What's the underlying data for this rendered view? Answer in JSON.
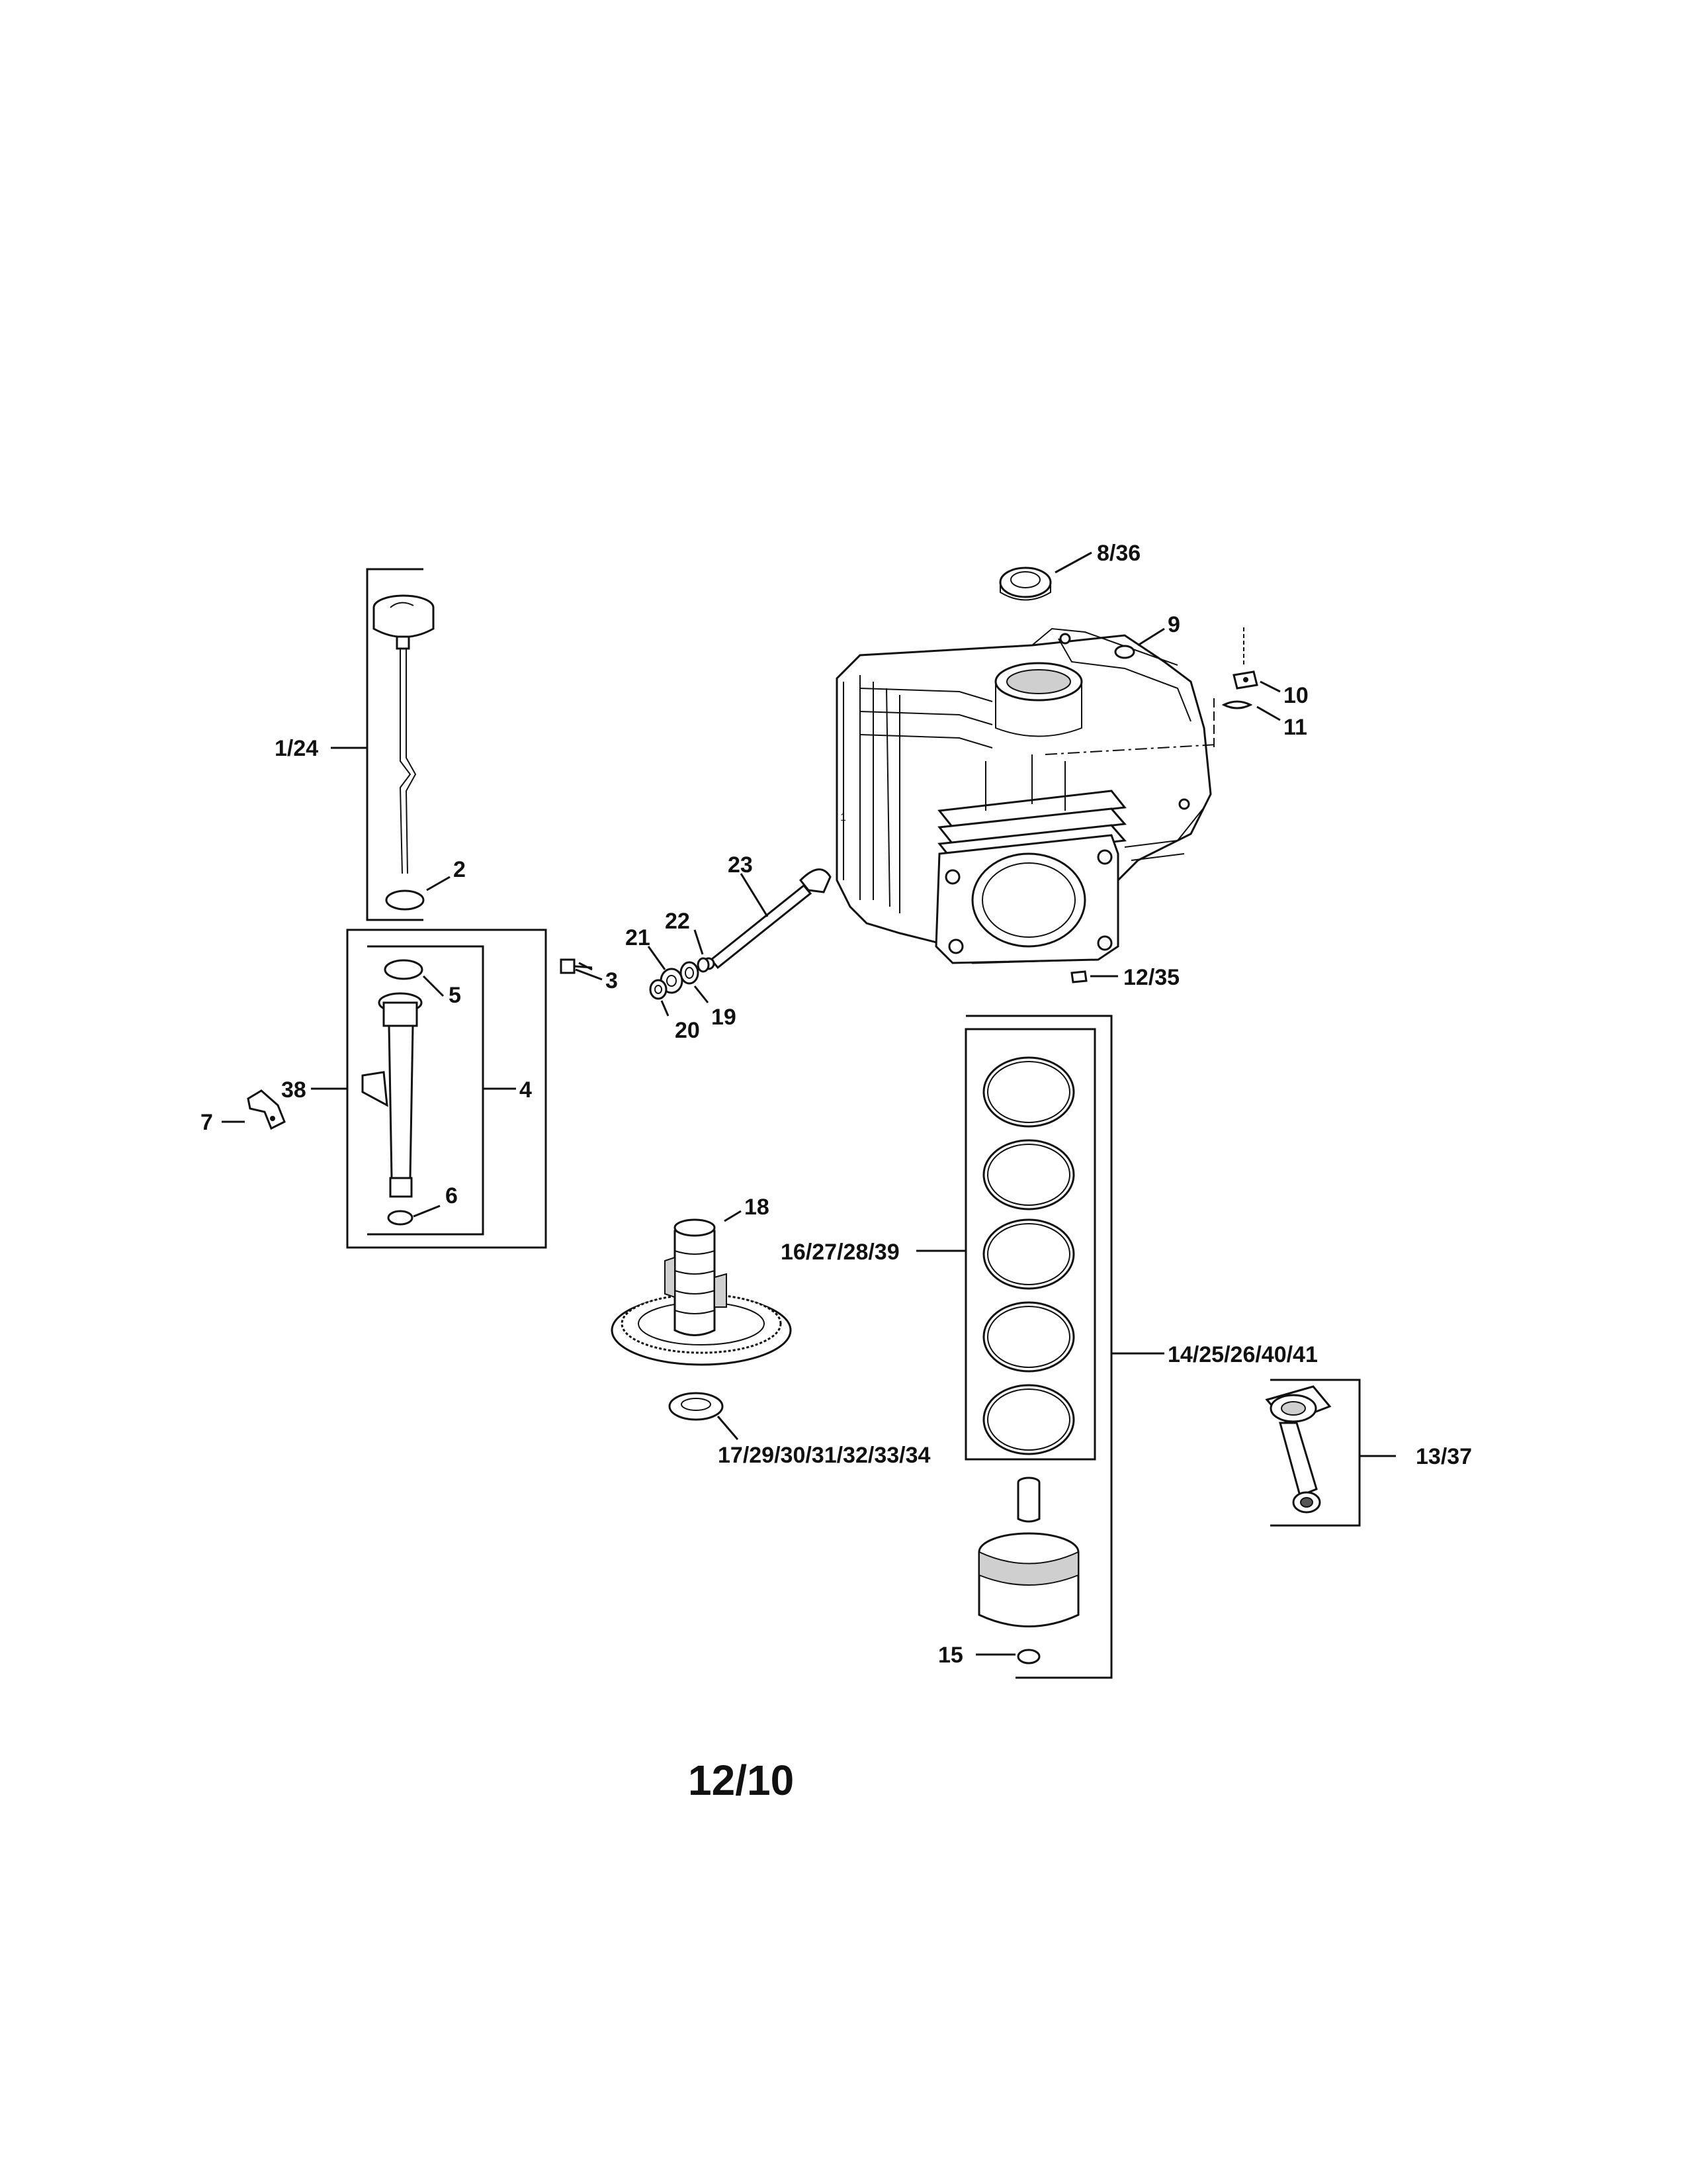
{
  "diagram": {
    "footer_code": "12/10",
    "callouts": {
      "c_1_24": "1/24",
      "c_2": "2",
      "c_3": "3",
      "c_4": "4",
      "c_5": "5",
      "c_6": "6",
      "c_7": "7",
      "c_8_36": "8/36",
      "c_9": "9",
      "c_10": "10",
      "c_11": "11",
      "c_12_35": "12/35",
      "c_13_37": "13/37",
      "c_14_25_26_40_41": "14/25/26/40/41",
      "c_15": "15",
      "c_16_27_28_39": "16/27/28/39",
      "c_17_29_34": "17/29/30/31/32/33/34",
      "c_18": "18",
      "c_19": "19",
      "c_20": "20",
      "c_21": "21",
      "c_22": "22",
      "c_23": "23",
      "c_38": "38"
    }
  }
}
